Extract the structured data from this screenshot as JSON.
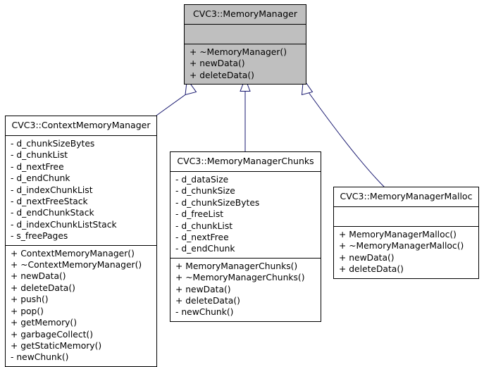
{
  "diagram": {
    "kind": "uml-class-inheritance-diagram",
    "colors": {
      "base_class_fill": "#bfbfbf",
      "derived_class_fill": "#ffffff",
      "border": "#000000",
      "edge": "#191970",
      "arrowhead_fill": "#ffffff",
      "background": "#ffffff"
    },
    "classes": [
      {
        "id": "memorymanager",
        "name": "CVC3::MemoryManager",
        "attributes": [],
        "methods": [
          {
            "visibility": "+",
            "label": "+ ~MemoryManager()"
          },
          {
            "visibility": "+",
            "label": "+ newData()"
          },
          {
            "visibility": "+",
            "label": "+ deleteData()"
          }
        ]
      },
      {
        "id": "contextmemorymanager",
        "name": "CVC3::ContextMemoryManager",
        "attributes": [
          {
            "visibility": "-",
            "label": "- d_chunkSizeBytes"
          },
          {
            "visibility": "-",
            "label": "- d_chunkList"
          },
          {
            "visibility": "-",
            "label": "- d_nextFree"
          },
          {
            "visibility": "-",
            "label": "- d_endChunk"
          },
          {
            "visibility": "-",
            "label": "- d_indexChunkList"
          },
          {
            "visibility": "-",
            "label": "- d_nextFreeStack"
          },
          {
            "visibility": "-",
            "label": "- d_endChunkStack"
          },
          {
            "visibility": "-",
            "label": "- d_indexChunkListStack"
          },
          {
            "visibility": "-",
            "label": "- s_freePages"
          }
        ],
        "methods": [
          {
            "visibility": "+",
            "label": "+ ContextMemoryManager()"
          },
          {
            "visibility": "+",
            "label": "+ ~ContextMemoryManager()"
          },
          {
            "visibility": "+",
            "label": "+ newData()"
          },
          {
            "visibility": "+",
            "label": "+ deleteData()"
          },
          {
            "visibility": "+",
            "label": "+ push()"
          },
          {
            "visibility": "+",
            "label": "+ pop()"
          },
          {
            "visibility": "+",
            "label": "+ getMemory()"
          },
          {
            "visibility": "+",
            "label": "+ garbageCollect()"
          },
          {
            "visibility": "+",
            "label": "+ getStaticMemory()"
          },
          {
            "visibility": "-",
            "label": "- newChunk()"
          }
        ]
      },
      {
        "id": "memorymanagerchunks",
        "name": "CVC3::MemoryManagerChunks",
        "attributes": [
          {
            "visibility": "-",
            "label": "- d_dataSize"
          },
          {
            "visibility": "-",
            "label": "- d_chunkSize"
          },
          {
            "visibility": "-",
            "label": "- d_chunkSizeBytes"
          },
          {
            "visibility": "-",
            "label": "- d_freeList"
          },
          {
            "visibility": "-",
            "label": "- d_chunkList"
          },
          {
            "visibility": "-",
            "label": "- d_nextFree"
          },
          {
            "visibility": "-",
            "label": "- d_endChunk"
          }
        ],
        "methods": [
          {
            "visibility": "+",
            "label": "+ MemoryManagerChunks()"
          },
          {
            "visibility": "+",
            "label": "+ ~MemoryManagerChunks()"
          },
          {
            "visibility": "+",
            "label": "+ newData()"
          },
          {
            "visibility": "+",
            "label": "+ deleteData()"
          },
          {
            "visibility": "-",
            "label": "- newChunk()"
          }
        ]
      },
      {
        "id": "memorymanagermalloc",
        "name": "CVC3::MemoryManagerMalloc",
        "attributes": [],
        "methods": [
          {
            "visibility": "+",
            "label": "+ MemoryManagerMalloc()"
          },
          {
            "visibility": "+",
            "label": "+ ~MemoryManagerMalloc()"
          },
          {
            "visibility": "+",
            "label": "+ newData()"
          },
          {
            "visibility": "+",
            "label": "+ deleteData()"
          }
        ]
      }
    ],
    "edges": [
      {
        "id": "edge-context-to-base",
        "from": "contextmemorymanager",
        "to": "memorymanager",
        "type": "generalization"
      },
      {
        "id": "edge-chunks-to-base",
        "from": "memorymanagerchunks",
        "to": "memorymanager",
        "type": "generalization"
      },
      {
        "id": "edge-malloc-to-base",
        "from": "memorymanagermalloc",
        "to": "memorymanager",
        "type": "generalization"
      }
    ]
  }
}
